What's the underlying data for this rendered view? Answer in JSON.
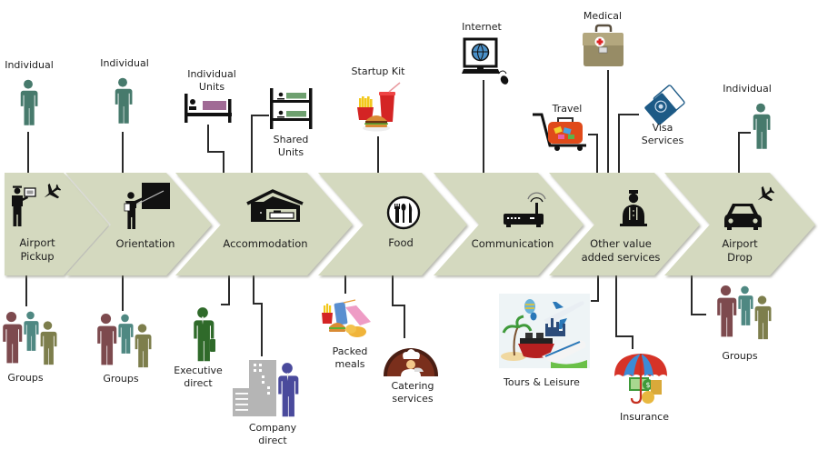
{
  "colors": {
    "chevron_fill": "#d4d9bf",
    "chevron_edge": "#b9bea4",
    "connector": "#2a2a2a",
    "person_teal": "#477a6c",
    "group_red": "#7d4a4e",
    "group_teal": "#4f8882",
    "group_olive": "#7d7e4c",
    "exec_green": "#2f6a2a",
    "company_blue": "#4a4a9c",
    "building_gray": "#b5b5b5",
    "bed_purple": "#a06a95",
    "bunk_green": "#6ea06f"
  },
  "stages": [
    {
      "id": "airport-pickup",
      "label_lines": [
        "Airport",
        "Pickup"
      ],
      "icon": "driver-plane-icon"
    },
    {
      "id": "orientation",
      "label_lines": [
        "Orientation"
      ],
      "icon": "presenter-board-icon"
    },
    {
      "id": "accommodation",
      "label_lines": [
        "Accommodation"
      ],
      "icon": "house-bed-icon"
    },
    {
      "id": "food",
      "label_lines": [
        "Food"
      ],
      "icon": "cutlery-icon"
    },
    {
      "id": "communication",
      "label_lines": [
        "Communication"
      ],
      "icon": "router-icon"
    },
    {
      "id": "other-services",
      "label_lines": [
        "Other value",
        "added services"
      ],
      "icon": "concierge-icon"
    },
    {
      "id": "airport-drop",
      "label_lines": [
        "Airport",
        "Drop"
      ],
      "icon": "car-plane-icon"
    }
  ],
  "top_items": [
    {
      "stage": "airport-pickup",
      "label_lines": [
        "Individual"
      ],
      "icon": "person-icon"
    },
    {
      "stage": "orientation",
      "label_lines": [
        "Individual"
      ],
      "icon": "person-icon"
    },
    {
      "stage": "accommodation",
      "label_lines": [
        "Individual",
        "Units"
      ],
      "icon": "single-bed-icon"
    },
    {
      "stage": "accommodation",
      "label_lines": [
        "Shared",
        "Units"
      ],
      "icon": "bunk-bed-icon"
    },
    {
      "stage": "food",
      "label_lines": [
        "Startup Kit"
      ],
      "icon": "fast-food-icon"
    },
    {
      "stage": "communication",
      "label_lines": [
        "Internet"
      ],
      "icon": "computer-globe-icon"
    },
    {
      "stage": "other-services",
      "label_lines": [
        "Medical"
      ],
      "icon": "medical-bag-icon"
    },
    {
      "stage": "other-services",
      "label_lines": [
        "Travel"
      ],
      "icon": "luggage-cart-icon"
    },
    {
      "stage": "other-services",
      "label_lines": [
        "Visa",
        "Services"
      ],
      "icon": "passport-icon"
    },
    {
      "stage": "airport-drop",
      "label_lines": [
        "Individual"
      ],
      "icon": "person-icon"
    }
  ],
  "bottom_items": [
    {
      "stage": "airport-pickup",
      "label_lines": [
        "Groups"
      ],
      "icon": "group-icon"
    },
    {
      "stage": "orientation",
      "label_lines": [
        "Groups"
      ],
      "icon": "group-icon"
    },
    {
      "stage": "accommodation",
      "label_lines": [
        "Executive",
        "direct"
      ],
      "icon": "executive-icon"
    },
    {
      "stage": "accommodation",
      "label_lines": [
        "Company",
        "direct"
      ],
      "icon": "company-building-icon"
    },
    {
      "stage": "food",
      "label_lines": [
        "Packed",
        "meals"
      ],
      "icon": "packed-meal-icon"
    },
    {
      "stage": "food",
      "label_lines": [
        "Catering",
        "services"
      ],
      "icon": "chef-icon"
    },
    {
      "stage": "other-services",
      "label_lines": [
        "Tours & Leisure"
      ],
      "icon": "travel-collage-icon"
    },
    {
      "stage": "other-services",
      "label_lines": [
        "Insurance"
      ],
      "icon": "umbrella-money-icon"
    },
    {
      "stage": "airport-drop",
      "label_lines": [
        "Groups"
      ],
      "icon": "group-icon"
    }
  ]
}
